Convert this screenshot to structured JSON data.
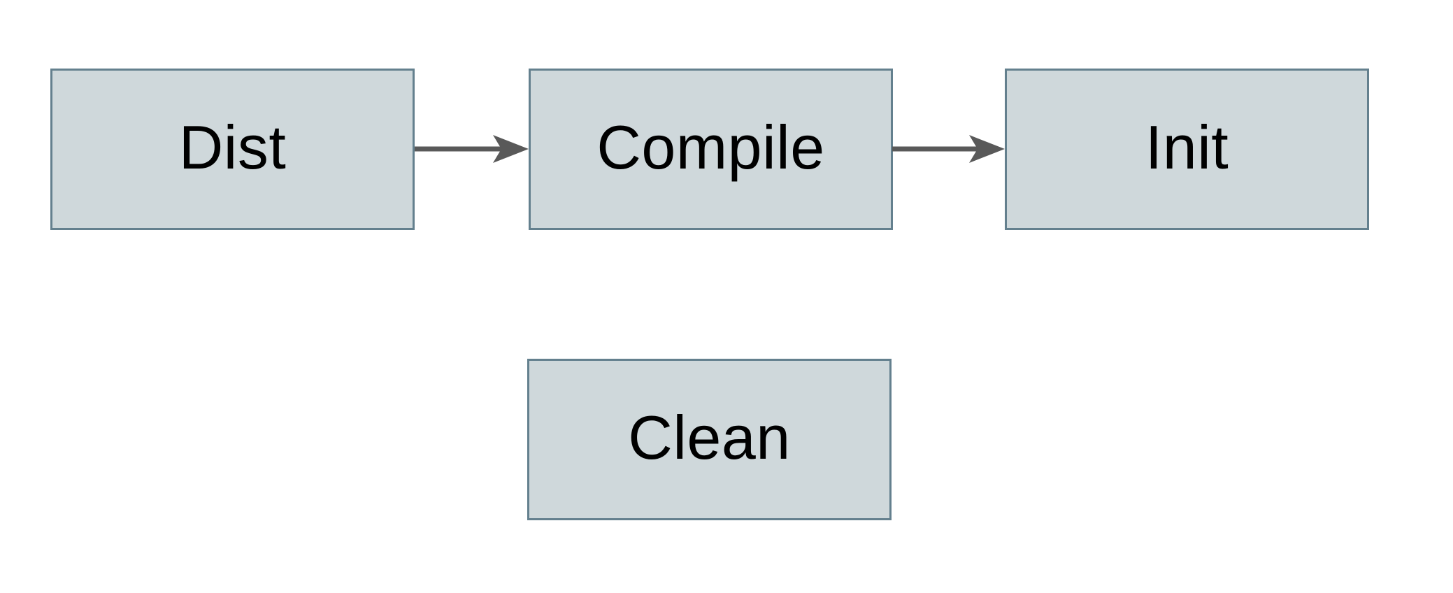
{
  "diagram": {
    "type": "flowchart",
    "nodes": [
      {
        "id": "dist",
        "label": "Dist"
      },
      {
        "id": "compile",
        "label": "Compile"
      },
      {
        "id": "init",
        "label": "Init"
      },
      {
        "id": "clean",
        "label": "Clean"
      }
    ],
    "edges": [
      {
        "from": "Dist",
        "to": "Compile",
        "style": "arrow-right"
      },
      {
        "from": "Compile",
        "to": "Init",
        "style": "arrow-right"
      }
    ],
    "colors": {
      "background": "#ffffff",
      "node_fill": "#cfd8db",
      "node_border": "#64808e",
      "arrow": "#595959",
      "text": "#000000"
    }
  }
}
